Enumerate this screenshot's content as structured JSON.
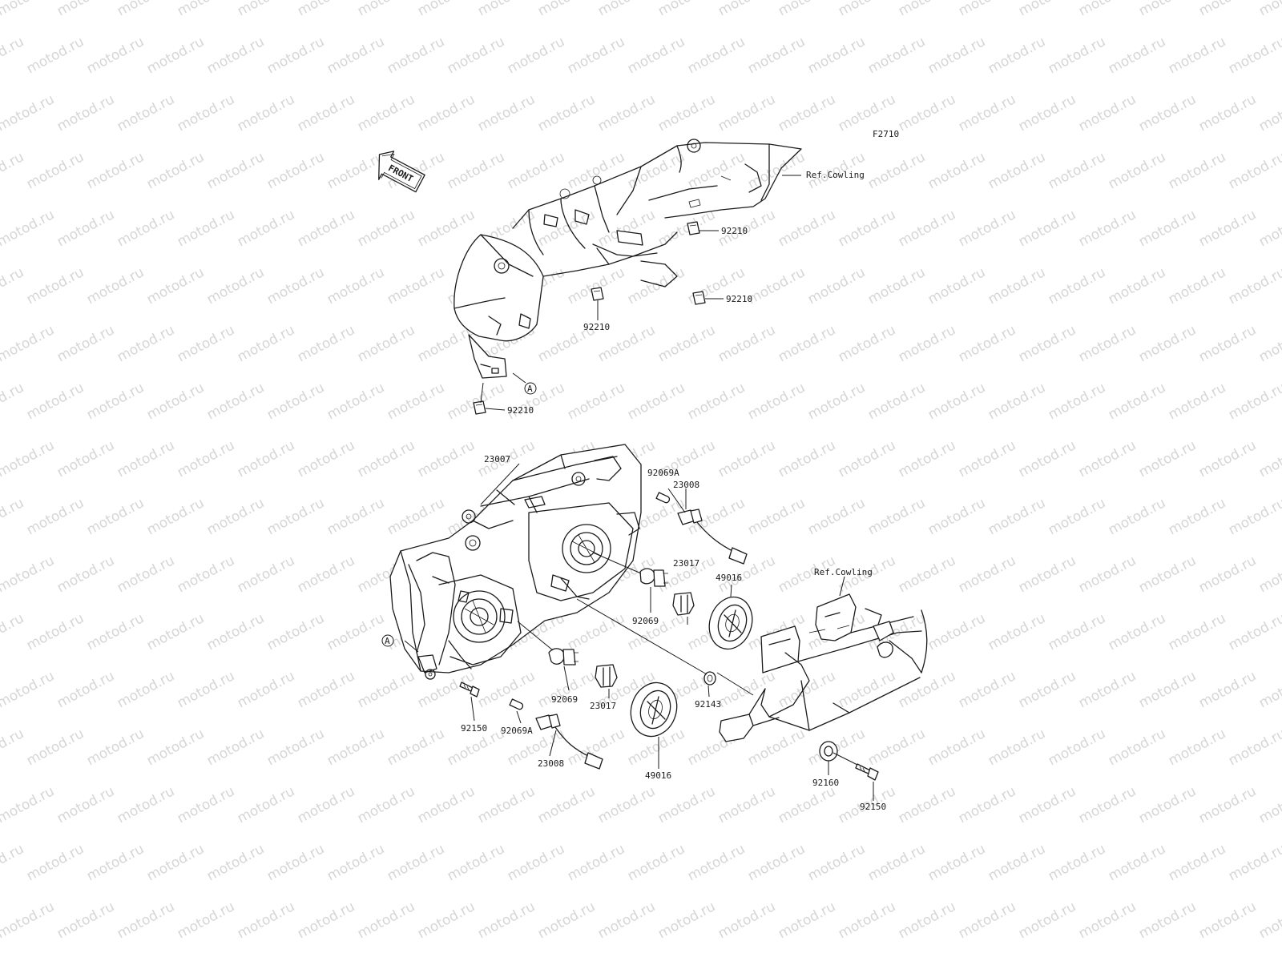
{
  "watermark": "motod.ru",
  "figure_code": "F2710",
  "front_arrow_label": "FRONT",
  "labels": {
    "ref_cowling_top": "Ref.Cowling",
    "ref_cowling_bracket": "Ref.Cowling",
    "p92210_a": "92210",
    "p92210_b": "92210",
    "p92210_c": "92210",
    "p92210_d": "92210",
    "ref_a_top": "A",
    "ref_a_bottom": "A",
    "p23007": "23007",
    "p92069a_top": "92069A",
    "p23008_top": "23008",
    "p23017_top": "23017",
    "p49016_top": "49016",
    "p92069_top": "92069",
    "p92069_bottom": "92069",
    "p23017_bottom": "23017",
    "p92143": "92143",
    "p92150_left": "92150",
    "p92069a_bottom": "92069A",
    "p23008_bottom": "23008",
    "p49016_bottom": "49016",
    "p92160": "92160",
    "p92150_right": "92150"
  },
  "colors": {
    "ink": "#1a1a1a",
    "watermark": "#d6d6d6",
    "background": "#ffffff"
  }
}
